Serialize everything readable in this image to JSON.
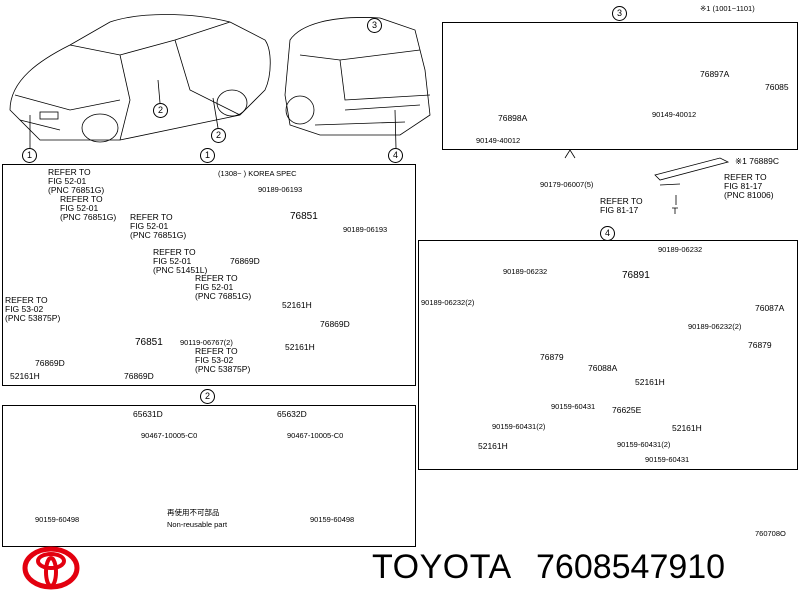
{
  "header": {
    "date_note": "※1 (1001−1101)"
  },
  "callouts": [
    "1",
    "2",
    "3",
    "4"
  ],
  "panel1": {
    "date_note": "(1308−  ) KOREA SPEC",
    "labels": {
      "ref1": "REFER TO\nFIG 52-01\n(PNC 76851G)",
      "ref2": "REFER TO\nFIG 52-01\n(PNC 76851G)",
      "ref3": "REFER TO\nFIG 52-01\n(PNC 76851G)",
      "ref4": "REFER TO\nFIG 52-01\n(PNC 51451L)",
      "ref5": "REFER TO\nFIG 52-01\n(PNC 76851G)",
      "ref6": "REFER TO\nFIG 53-02\n(PNC 53875P)",
      "ref7": "REFER TO\nFIG 53-02\n(PNC 53875P)",
      "p76851a": "76851",
      "p76851b": "76851",
      "p90119": "90119-06767(2)",
      "p76869Da": "76869D",
      "p76869Db": "76869D",
      "p76869Dc": "76869D",
      "p76869Dd": "76869D",
      "p52161Ha": "52161H",
      "p52161Hb": "52161H",
      "p52161Hc": "52161H",
      "p90189a": "90189-06193",
      "p90189b": "90189-06193"
    }
  },
  "panel2": {
    "labels": {
      "p65631D": "65631D",
      "p65632D": "65632D",
      "p90467a": "90467-10005-C0",
      "p90467b": "90467-10005-C0",
      "p90159a": "90159-60498",
      "p90159b": "90159-60498",
      "legend1": "再使用不可部品",
      "legend2": "Non-reusable part"
    }
  },
  "panel3": {
    "labels": {
      "p76085": "76085",
      "p76897A": "76897A",
      "p76898A": "76898A",
      "p90149a": "90149-40012",
      "p90149b": "90149-40012",
      "p90179": "90179-06007(5)",
      "p76889C": "※1 76889C",
      "ref8": "REFER TO\nFIG 81-17\n(PNC 81006)",
      "ref9": "REFER TO\nFIG 81-17"
    }
  },
  "panel4": {
    "labels": {
      "p90189a": "90189-06232",
      "p90189b": "90189-06232",
      "p90189c": "90189-06232(2)",
      "p90189d": "90189-06232(2)",
      "p76891": "76891",
      "p76087A": "76087A",
      "p76879a": "76879",
      "p76879b": "76879",
      "p76088A": "76088A",
      "p52161Ha": "52161H",
      "p52161Hb": "52161H",
      "p52161Hc": "52161H",
      "p90159a": "90159-60431",
      "p90159b": "90159-60431(2)",
      "p90159c": "90159-60431(2)",
      "p90159d": "90159-60431",
      "p76625E": "76625E"
    }
  },
  "diagram_code": "760708O",
  "footer": {
    "brand": "TOYOTA",
    "part_number": "7608547910",
    "logo_color": "#e3000f"
  }
}
